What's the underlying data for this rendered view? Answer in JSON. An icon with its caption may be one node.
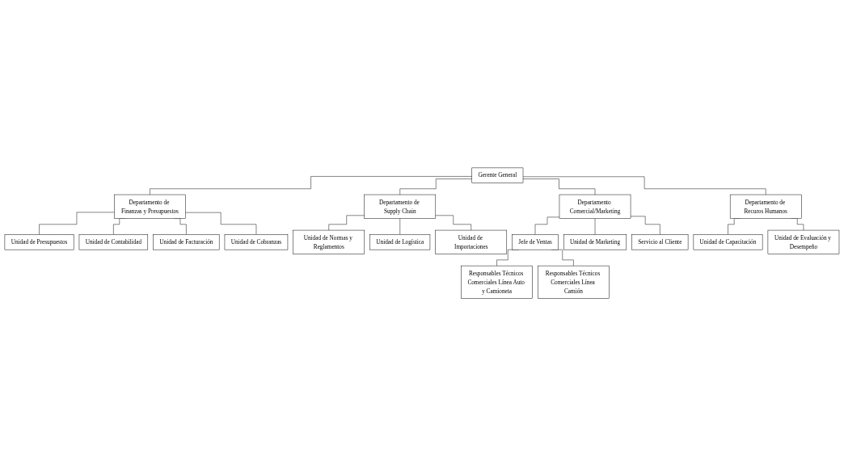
{
  "diagram": {
    "nodes": [
      {
        "text": [
          "Gerente General"
        ]
      },
      {
        "text": [
          "Departamento de Finanzas y Presupuestos"
        ]
      },
      {
        "text": [
          "Departamento de Supply Chain"
        ]
      },
      {
        "text": [
          "Departamento Comercial/Marketing"
        ]
      },
      {
        "text": [
          "Departamento de Recuros Humanos"
        ]
      },
      {
        "text": [
          "Unidad de Presupuestos"
        ]
      },
      {
        "text": [
          "Unidad de Contabilidad"
        ]
      },
      {
        "text": [
          "Unidad de Facturación"
        ]
      },
      {
        "text": [
          "Unidad de Cobranzas"
        ]
      },
      {
        "text": [
          "Unidad de Normas y Reglamentos"
        ]
      },
      {
        "text": [
          "Unidad de Logística"
        ]
      },
      {
        "text": [
          "Unidad de Importaciones"
        ]
      },
      {
        "text": [
          "Jefe de Ventas"
        ]
      },
      {
        "text": [
          "Unidad de Marketing"
        ]
      },
      {
        "text": [
          "Servicio al Cliente"
        ]
      },
      {
        "text": [
          "Responsables Técnicos Comerciales Línea Auto y Camioneta"
        ]
      },
      {
        "text": [
          "Responsables Técnicos Comerciales Línea Camión"
        ]
      },
      {
        "text": [
          "Unidad de Capacitación"
        ]
      },
      {
        "text": [
          "Unidad de Evaluación y Desempeño"
        ]
      }
    ],
    "edges": [
      {
        "from": 0,
        "to": 1,
        "arrow": "none"
      },
      {
        "from": 0,
        "to": 2,
        "arrow": "none"
      },
      {
        "from": 0,
        "to": 3,
        "arrow": "none"
      },
      {
        "from": 0,
        "to": 4,
        "arrow": "none"
      },
      {
        "from": 1,
        "to": 5,
        "arrow": "none"
      },
      {
        "from": 1,
        "to": 6,
        "arrow": "none"
      },
      {
        "from": 1,
        "to": 7,
        "arrow": "none"
      },
      {
        "from": 1,
        "to": 8,
        "arrow": "none"
      },
      {
        "from": 2,
        "to": 9,
        "arrow": "none"
      },
      {
        "from": 2,
        "to": 10,
        "arrow": "none"
      },
      {
        "from": 2,
        "to": 11,
        "arrow": "none"
      },
      {
        "from": 3,
        "to": 12,
        "arrow": "none"
      },
      {
        "from": 3,
        "to": 13,
        "arrow": "none"
      },
      {
        "from": 3,
        "to": 14,
        "arrow": "none"
      },
      {
        "from": 12,
        "to": 15,
        "arrow": "none"
      },
      {
        "from": 12,
        "to": 16,
        "arrow": "none"
      },
      {
        "from": 4,
        "to": 17,
        "arrow": "none"
      },
      {
        "from": 4,
        "to": 18,
        "arrow": "none"
      }
    ]
  }
}
